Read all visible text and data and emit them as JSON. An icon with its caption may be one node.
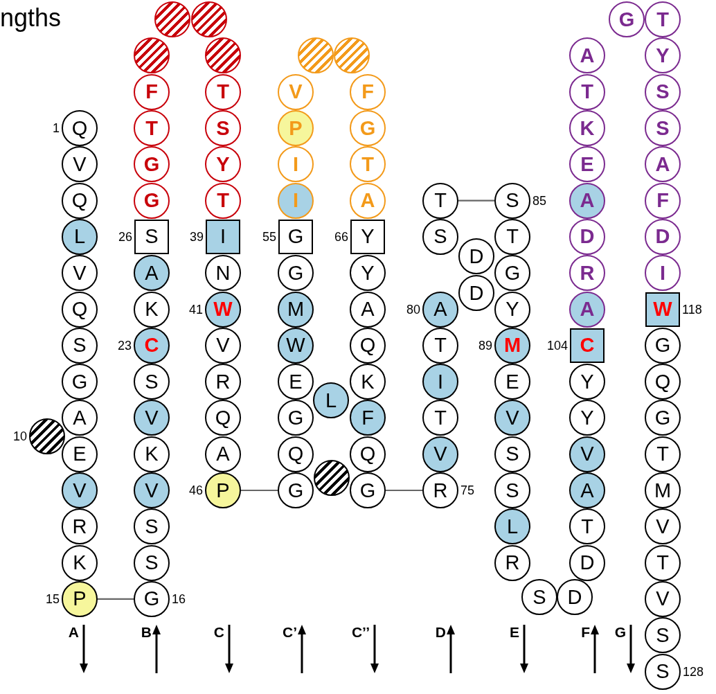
{
  "diagram": {
    "nodes": [
      {
        "text": [
          "Q"
        ],
        "beside": [
          "1"
        ]
      },
      {
        "text": [
          "V"
        ]
      },
      {
        "text": [
          "Q"
        ]
      },
      {
        "text": [
          "L"
        ]
      },
      {
        "text": [
          "V"
        ]
      },
      {
        "text": [
          "Q"
        ]
      },
      {
        "text": [
          "S"
        ]
      },
      {
        "text": [
          "G"
        ]
      },
      {
        "text": [
          "A"
        ]
      },
      {
        "text": [],
        "shape": "circle",
        "beside": [
          "10"
        ]
      },
      {
        "text": [
          "E"
        ]
      },
      {
        "text": [
          "V"
        ]
      },
      {
        "text": [
          "R"
        ]
      },
      {
        "text": [
          "K"
        ]
      },
      {
        "text": [
          "P"
        ],
        "beside": [
          "15"
        ]
      },
      {
        "text": [
          "G"
        ],
        "beside": [
          "16"
        ]
      },
      {
        "text": [
          "S"
        ]
      },
      {
        "text": [
          "S"
        ]
      },
      {
        "text": [
          "V"
        ]
      },
      {
        "text": [
          "K"
        ]
      },
      {
        "text": [
          "V"
        ]
      },
      {
        "text": [
          "S"
        ]
      },
      {
        "text": [
          "C"
        ],
        "beside": [
          "23"
        ]
      },
      {
        "text": [
          "K"
        ]
      },
      {
        "text": [
          "A"
        ]
      },
      {
        "text": [
          "S"
        ],
        "beside": [
          "26"
        ]
      },
      {
        "text": [
          "G"
        ]
      },
      {
        "text": [
          "G"
        ]
      },
      {
        "text": [
          "T"
        ]
      },
      {
        "text": [
          "F"
        ]
      },
      {
        "text": [],
        "shape": "circle"
      },
      {
        "text": [],
        "shape": "circle"
      },
      {
        "text": [],
        "shape": "circle"
      },
      {
        "text": [],
        "shape": "circle"
      },
      {
        "text": [
          "T"
        ]
      },
      {
        "text": [
          "S"
        ]
      },
      {
        "text": [
          "Y"
        ]
      },
      {
        "text": [
          "T"
        ]
      },
      {
        "text": [
          "I"
        ],
        "beside": [
          "39"
        ]
      },
      {
        "text": [
          "N"
        ]
      },
      {
        "text": [
          "W"
        ],
        "beside": [
          "41"
        ]
      },
      {
        "text": [
          "V"
        ]
      },
      {
        "text": [
          "R"
        ]
      },
      {
        "text": [
          "Q"
        ]
      },
      {
        "text": [
          "A"
        ]
      },
      {
        "text": [
          "P"
        ],
        "beside": [
          "46"
        ]
      },
      {
        "text": [
          "G"
        ]
      },
      {
        "text": [
          "Q"
        ]
      },
      {
        "text": [
          "G"
        ]
      },
      {
        "text": [
          "L"
        ]
      },
      {
        "text": [
          "E"
        ]
      },
      {
        "text": [
          "W"
        ]
      },
      {
        "text": [
          "M"
        ]
      },
      {
        "text": [
          "G"
        ]
      },
      {
        "text": [
          "G"
        ],
        "beside": [
          "55"
        ]
      },
      {
        "text": [
          "I"
        ]
      },
      {
        "text": [
          "I"
        ]
      },
      {
        "text": [
          "P"
        ]
      },
      {
        "text": [
          "V"
        ]
      },
      {
        "text": [],
        "shape": "circle"
      },
      {
        "text": [],
        "shape": "circle"
      },
      {
        "text": [
          "F"
        ]
      },
      {
        "text": [
          "G"
        ]
      },
      {
        "text": [
          "T"
        ]
      },
      {
        "text": [
          "A"
        ]
      },
      {
        "text": [
          "Y"
        ],
        "beside": [
          "66"
        ]
      },
      {
        "text": [
          "Y"
        ]
      },
      {
        "text": [
          "A"
        ]
      },
      {
        "text": [
          "Q"
        ]
      },
      {
        "text": [
          "K"
        ]
      },
      {
        "text": [
          "F"
        ]
      },
      {
        "text": [
          "Q"
        ]
      },
      {
        "text": [],
        "shape": "circle"
      },
      {
        "text": [
          "G"
        ]
      },
      {
        "text": [
          "R"
        ],
        "beside": [
          "75"
        ]
      },
      {
        "text": [
          "V"
        ]
      },
      {
        "text": [
          "T"
        ]
      },
      {
        "text": [
          "I"
        ]
      },
      {
        "text": [
          "T"
        ]
      },
      {
        "text": [
          "A"
        ],
        "beside": [
          "80"
        ]
      },
      {
        "text": [
          "D"
        ]
      },
      {
        "text": [
          "D"
        ]
      },
      {
        "text": [
          "S"
        ]
      },
      {
        "text": [
          "T"
        ]
      },
      {
        "text": [
          "S"
        ],
        "beside": [
          "85"
        ]
      },
      {
        "text": [
          "T"
        ]
      },
      {
        "text": [
          "G"
        ]
      },
      {
        "text": [
          "Y"
        ]
      },
      {
        "text": [
          "M"
        ],
        "beside": [
          "89"
        ]
      },
      {
        "text": [
          "E"
        ]
      },
      {
        "text": [
          "V"
        ]
      },
      {
        "text": [
          "S"
        ]
      },
      {
        "text": [
          "S"
        ]
      },
      {
        "text": [
          "L"
        ]
      },
      {
        "text": [
          "R"
        ]
      },
      {
        "text": [
          "S"
        ]
      },
      {
        "text": [
          "D"
        ]
      },
      {
        "text": [
          "D"
        ]
      },
      {
        "text": [
          "T"
        ]
      },
      {
        "text": [
          "A"
        ]
      },
      {
        "text": [
          "V"
        ]
      },
      {
        "text": [
          "Y"
        ]
      },
      {
        "text": [
          "Y"
        ]
      },
      {
        "text": [
          "C"
        ],
        "beside": [
          "104"
        ]
      },
      {
        "text": [
          "A"
        ]
      },
      {
        "text": [
          "R"
        ]
      },
      {
        "text": [
          "D"
        ]
      },
      {
        "text": [
          "A"
        ]
      },
      {
        "text": [
          "E"
        ]
      },
      {
        "text": [
          "K"
        ]
      },
      {
        "text": [
          "T"
        ]
      },
      {
        "text": [
          "A"
        ]
      },
      {
        "text": [
          "G"
        ]
      },
      {
        "text": [
          "T"
        ]
      },
      {
        "text": [
          "Y"
        ]
      },
      {
        "text": [
          "S"
        ]
      },
      {
        "text": [
          "S"
        ]
      },
      {
        "text": [
          "A"
        ]
      },
      {
        "text": [
          "F"
        ]
      },
      {
        "text": [
          "D"
        ]
      },
      {
        "text": [
          "I"
        ]
      },
      {
        "text": [
          "W"
        ],
        "beside": [
          "118"
        ]
      },
      {
        "text": [
          "G"
        ]
      },
      {
        "text": [
          "Q"
        ]
      },
      {
        "text": [
          "G"
        ]
      },
      {
        "text": [
          "T"
        ]
      },
      {
        "text": [
          "M"
        ]
      },
      {
        "text": [
          "V"
        ]
      },
      {
        "text": [
          "T"
        ]
      },
      {
        "text": [
          "V"
        ]
      },
      {
        "text": [
          "S"
        ]
      },
      {
        "text": [
          "S"
        ],
        "beside": [
          "128"
        ]
      }
    ],
    "edges": [
      {
        "from": 14,
        "to": 15,
        "arrow": "none"
      },
      {
        "from": 45,
        "to": 46,
        "arrow": "none"
      },
      {
        "from": 73,
        "to": 74,
        "arrow": "none"
      },
      {
        "from": 83,
        "to": 84,
        "arrow": "none"
      }
    ],
    "labels": [
      "ngths",
      "A",
      "B",
      "C",
      "C’",
      "C’’",
      "D",
      "E",
      "F",
      "G"
    ]
  }
}
